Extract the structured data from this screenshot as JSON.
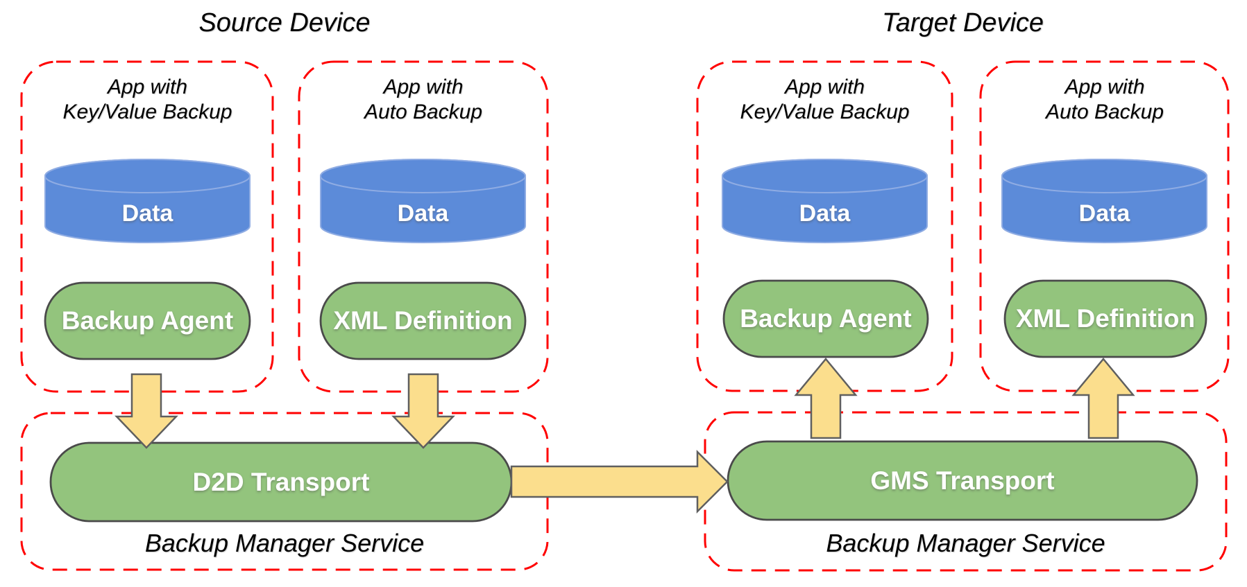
{
  "colors": {
    "background": "#ffffff",
    "dashed_border": "#ff0000",
    "cylinder_fill": "#5c8bd9",
    "cylinder_stroke": "#8face3",
    "pill_fill": "#93c47d",
    "pill_stroke": "#4a4a4a",
    "arrow_fill": "#fbde8d",
    "arrow_stroke": "#5f5f5f",
    "label_text": "#000000",
    "shape_text": "#ffffff"
  },
  "source": {
    "title": "Source Device",
    "apps": [
      {
        "title_line1": "App with",
        "title_line2": "Key/Value Backup",
        "data_label": "Data",
        "component_label": "Backup Agent"
      },
      {
        "title_line1": "App with",
        "title_line2": "Auto Backup",
        "data_label": "Data",
        "component_label": "XML Definition"
      }
    ],
    "backup_manager": {
      "transport_label": "D2D Transport",
      "service_label": "Backup Manager Service"
    }
  },
  "target": {
    "title": "Target Device",
    "apps": [
      {
        "title_line1": "App with",
        "title_line2": "Key/Value Backup",
        "data_label": "Data",
        "component_label": "Backup Agent"
      },
      {
        "title_line1": "App with",
        "title_line2": "Auto Backup",
        "data_label": "Data",
        "component_label": "XML Definition"
      }
    ],
    "backup_manager": {
      "transport_label": "GMS Transport",
      "service_label": "Backup Manager Service"
    }
  }
}
